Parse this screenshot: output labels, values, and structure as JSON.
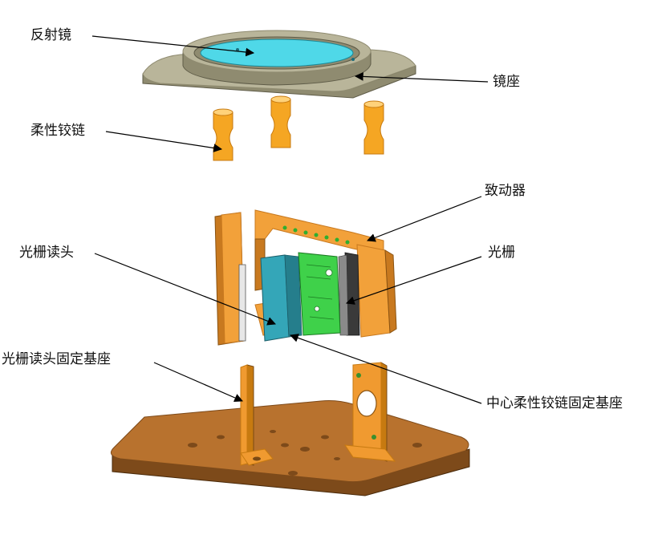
{
  "labels": {
    "reflector": "反射镜",
    "mirror_seat": "镜座",
    "flexure_hinge": "柔性铰链",
    "actuator": "致动器",
    "grating_head": "光栅读头",
    "grating": "光栅",
    "head_base": "光栅读头固定基座",
    "center_hinge_base": "中心柔性铰链固定基座"
  },
  "colors": {
    "mirror": "#4fd8e8",
    "ring": "#b9b59a",
    "ring_dark": "#8f8b70",
    "hinge": "#f5a623",
    "hinge_dark": "#c77a10",
    "frame": "#f2a13a",
    "frame_dark": "#c8791f",
    "read_head": "#34a6b8",
    "grating_green": "#3fd14a",
    "scale_dark": "#3a3a3a",
    "base": "#b8722e",
    "base_dark": "#7d4a1a",
    "post": "#f09a30"
  }
}
